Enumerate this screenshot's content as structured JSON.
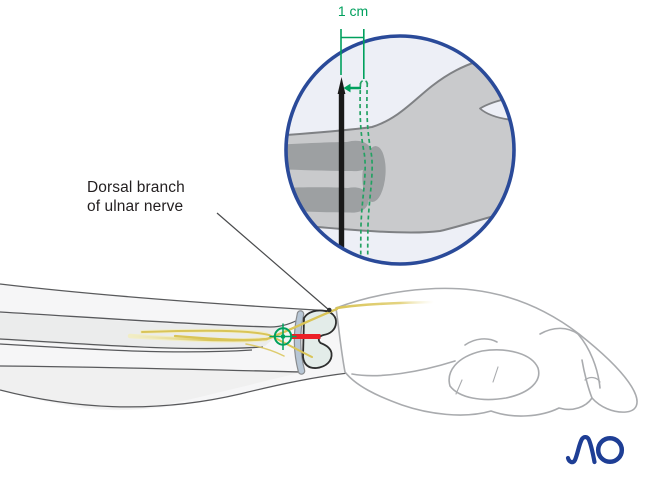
{
  "annotation": {
    "nerve_label": {
      "line1": "Dorsal branch",
      "line2": "of ulnar nerve"
    },
    "measurement_label": "1 cm"
  },
  "logo": {
    "text": "AO"
  },
  "colors": {
    "annotation_green": "#00a05d",
    "inset_ring_blue": "#2a4a99",
    "inset_background": "#edeff6",
    "soft_tissue_gray": "#c9cacc",
    "bone_gray": "#9da0a2",
    "k_wire_black": "#191919",
    "highlight_red": "#ec2027",
    "nerve_yellow": "#d9c457",
    "retinaculum_blue": "#b7c6d5",
    "label_text": "#231f20",
    "logo_blue": "#1e3e95"
  }
}
